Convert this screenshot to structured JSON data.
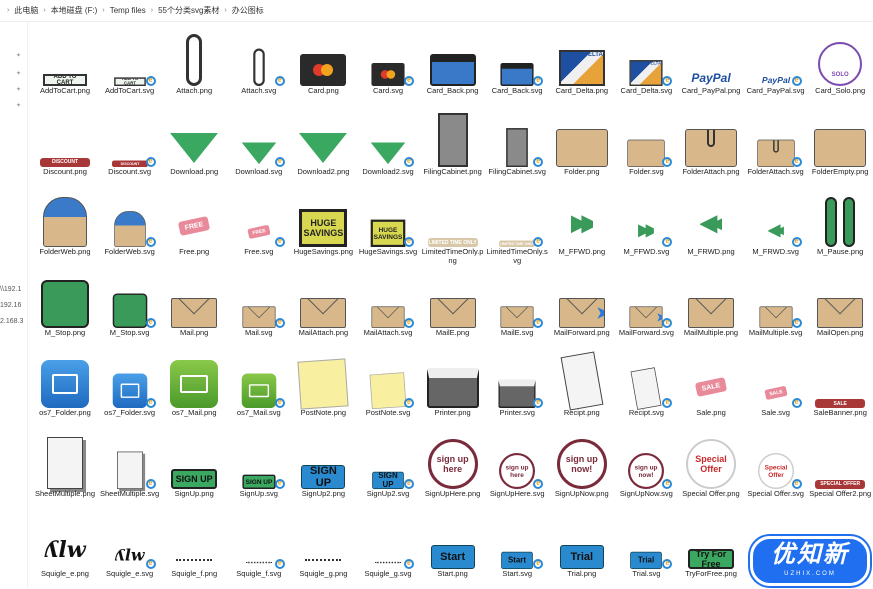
{
  "breadcrumb": [
    "此电脑",
    "本地磁盘 (F:)",
    "Temp files",
    "55个分类svg素材",
    "办公图标"
  ],
  "nav": {
    "network_items": [
      "\\\\192.1",
      "192.16",
      "2.168.3"
    ]
  },
  "watermark": {
    "text": "优知新",
    "sub": "UZHIX.COM"
  },
  "items": [
    {
      "label": "AddToCart.png",
      "icon": "cart-label",
      "text": "ADD TO CART"
    },
    {
      "label": "AddToCart.svg",
      "icon": "cart-label",
      "text": "ADD TO CART"
    },
    {
      "label": "Attach.png",
      "icon": "paperclip"
    },
    {
      "label": "Attach.svg",
      "icon": "paperclip"
    },
    {
      "label": "Card.png",
      "icon": "card-master"
    },
    {
      "label": "Card.svg",
      "icon": "card-master"
    },
    {
      "label": "Card_Back.png",
      "icon": "card-back"
    },
    {
      "label": "Card_Back.svg",
      "icon": "card-back"
    },
    {
      "label": "Card_Delta.png",
      "icon": "card-delta",
      "text": "DELTA"
    },
    {
      "label": "Card_Delta.svg",
      "icon": "card-delta",
      "text": "DELTA"
    },
    {
      "label": "Card_PayPal.png",
      "icon": "paypal",
      "text": "PayPal"
    },
    {
      "label": "Card_PayPal.svg",
      "icon": "paypal",
      "text": "PayPal"
    },
    {
      "label": "Card_Solo.png",
      "icon": "solo",
      "text": "SOLO"
    },
    {
      "label": "Discount.png",
      "icon": "banner",
      "text": "DISCOUNT"
    },
    {
      "label": "Discount.svg",
      "icon": "banner",
      "text": "DISCOUNT"
    },
    {
      "label": "Download.png",
      "icon": "arrow-down"
    },
    {
      "label": "Download.svg",
      "icon": "arrow-down"
    },
    {
      "label": "Download2.png",
      "icon": "arrow-down2"
    },
    {
      "label": "Download2.svg",
      "icon": "arrow-down2"
    },
    {
      "label": "FilingCabinet.png",
      "icon": "cabinet"
    },
    {
      "label": "FilingCabinet.svg",
      "icon": "cabinet"
    },
    {
      "label": "Folder.png",
      "icon": "folder"
    },
    {
      "label": "Folder.svg",
      "icon": "folder"
    },
    {
      "label": "FolderAttach.png",
      "icon": "folder-clip"
    },
    {
      "label": "FolderAttach.svg",
      "icon": "folder-clip"
    },
    {
      "label": "FolderEmpty.png",
      "icon": "folder"
    },
    {
      "label": "FolderWeb.png",
      "icon": "folder-web"
    },
    {
      "label": "FolderWeb.svg",
      "icon": "folder-web"
    },
    {
      "label": "Free.png",
      "icon": "tag",
      "text": "FREE"
    },
    {
      "label": "Free.svg",
      "icon": "tag",
      "text": "FREE"
    },
    {
      "label": "HugeSavings.png",
      "icon": "sign-yellow",
      "text": "HUGE SAVINGS"
    },
    {
      "label": "HugeSavings.svg",
      "icon": "sign-yellow",
      "text": "HUGE SAVINGS"
    },
    {
      "label": "LimitedTimeOnly.png",
      "icon": "banner-tan",
      "text": "LIMITED TIME ONLY"
    },
    {
      "label": "LimitedTimeOnly.svg",
      "icon": "banner-tan",
      "text": "LIMITED TIME ONLY"
    },
    {
      "label": "M_FFWD.png",
      "icon": "ffwd"
    },
    {
      "label": "M_FFWD.svg",
      "icon": "ffwd"
    },
    {
      "label": "M_FRWD.png",
      "icon": "frwd"
    },
    {
      "label": "M_FRWD.svg",
      "icon": "frwd"
    },
    {
      "label": "M_Pause.png",
      "icon": "pause"
    },
    {
      "label": "M_Stop.png",
      "icon": "stop"
    },
    {
      "label": "M_Stop.svg",
      "icon": "stop"
    },
    {
      "label": "Mail.png",
      "icon": "mail"
    },
    {
      "label": "Mail.svg",
      "icon": "mail"
    },
    {
      "label": "MailAttach.png",
      "icon": "mail"
    },
    {
      "label": "MailAttach.svg",
      "icon": "mail"
    },
    {
      "label": "MailE.png",
      "icon": "mail"
    },
    {
      "label": "MailE.svg",
      "icon": "mail"
    },
    {
      "label": "MailForward.png",
      "icon": "mail-fwd"
    },
    {
      "label": "MailForward.svg",
      "icon": "mail-fwd"
    },
    {
      "label": "MailMultiple.png",
      "icon": "mail"
    },
    {
      "label": "MailMultiple.svg",
      "icon": "mail"
    },
    {
      "label": "MailOpen.png",
      "icon": "mail"
    },
    {
      "label": "os7_Folder.png",
      "icon": "ios-folder"
    },
    {
      "label": "os7_Folder.svg",
      "icon": "ios-folder"
    },
    {
      "label": "os7_Mail.png",
      "icon": "ios-mail"
    },
    {
      "label": "os7_Mail.svg",
      "icon": "ios-mail"
    },
    {
      "label": "PostNote.png",
      "icon": "note"
    },
    {
      "label": "PostNote.svg",
      "icon": "note"
    },
    {
      "label": "Printer.png",
      "icon": "printer"
    },
    {
      "label": "Printer.svg",
      "icon": "printer"
    },
    {
      "label": "Recipt.png",
      "icon": "receipt"
    },
    {
      "label": "Recipt.svg",
      "icon": "receipt"
    },
    {
      "label": "Sale.png",
      "icon": "tag",
      "text": "SALE"
    },
    {
      "label": "Sale.svg",
      "icon": "tag",
      "text": "SALE"
    },
    {
      "label": "SaleBanner.png",
      "icon": "banner",
      "text": "SALE"
    },
    {
      "label": "SheetMultiple.png",
      "icon": "sheet"
    },
    {
      "label": "SheetMultiple.svg",
      "icon": "sheet"
    },
    {
      "label": "SignUp.png",
      "icon": "btn-green",
      "text": "SIGN UP"
    },
    {
      "label": "SignUp.svg",
      "icon": "btn-green",
      "text": "SIGN UP"
    },
    {
      "label": "SignUp2.png",
      "icon": "btn-blue",
      "text": "SIGN UP"
    },
    {
      "label": "SignUp2.svg",
      "icon": "btn-blue",
      "text": "SIGN UP"
    },
    {
      "label": "SignUpHere.png",
      "icon": "circle",
      "text": "sign up here"
    },
    {
      "label": "SignUpHere.svg",
      "icon": "circle",
      "text": "sign up here"
    },
    {
      "label": "SignUpNow.png",
      "icon": "circle",
      "text": "sign up now!"
    },
    {
      "label": "SignUpNow.svg",
      "icon": "circle",
      "text": "sign up now!"
    },
    {
      "label": "Special Offer.png",
      "icon": "circle-red",
      "text": "Special Offer"
    },
    {
      "label": "Special Offer.svg",
      "icon": "circle-red",
      "text": "Special Offer"
    },
    {
      "label": "Special Offer2.png",
      "icon": "banner",
      "text": "SPECIAL OFFER"
    },
    {
      "label": "Squigle_e.png",
      "icon": "squiggle"
    },
    {
      "label": "Squigle_e.svg",
      "icon": "squiggle"
    },
    {
      "label": "Squigle_f.png",
      "icon": "squiggle-thin"
    },
    {
      "label": "Squigle_f.svg",
      "icon": "squiggle-thin"
    },
    {
      "label": "Squigle_g.png",
      "icon": "squiggle-thin"
    },
    {
      "label": "Squigle_g.svg",
      "icon": "squiggle-thin"
    },
    {
      "label": "Start.png",
      "icon": "btn-blue",
      "text": "Start"
    },
    {
      "label": "Start.svg",
      "icon": "btn-blue",
      "text": "Start"
    },
    {
      "label": "Trial.png",
      "icon": "btn-blue",
      "text": "Trial"
    },
    {
      "label": "Trial.svg",
      "icon": "btn-blue",
      "text": "Trial"
    },
    {
      "label": "TryForFree.png",
      "icon": "btn-green",
      "text": "Try For Free"
    }
  ]
}
